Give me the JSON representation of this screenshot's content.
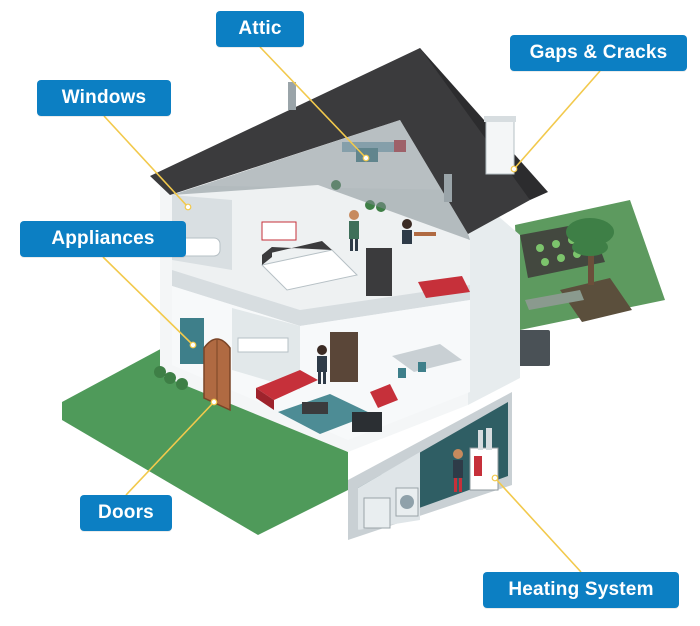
{
  "labels": {
    "attic": "Attic",
    "gaps_cracks": "Gaps & Cracks",
    "windows": "Windows",
    "appliances": "Appliances",
    "doors": "Doors",
    "heating_system": "Heating System"
  },
  "colors": {
    "label_bg": "#0c7fc3",
    "label_text": "#ffffff",
    "leader_line": "#f2c94c",
    "roof": "#3b3b3d",
    "wall": "#ffffff",
    "lawn": "#4f9a5a",
    "accent_red": "#c6303a",
    "floor_teal": "#3f7f86"
  }
}
